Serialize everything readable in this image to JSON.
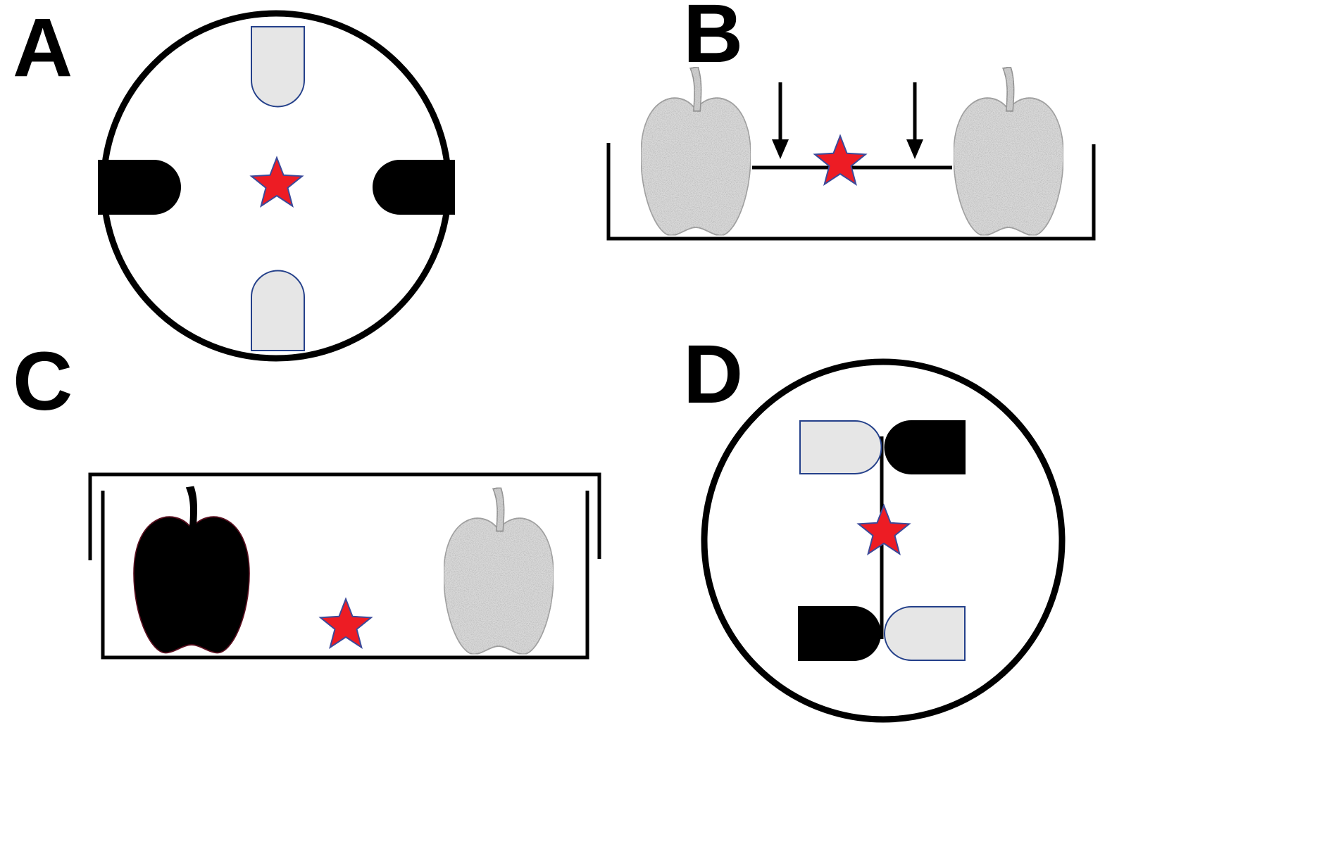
{
  "panels": {
    "a": {
      "letter": "A"
    },
    "b": {
      "letter": "B"
    },
    "c": {
      "letter": "C"
    },
    "d": {
      "letter": "D"
    }
  },
  "icons": {
    "start_marker": "star-icon",
    "textured_apple": "apple-textured-icon",
    "solid_apple": "apple-solid-icon",
    "arrow": "arrow-down-icon"
  },
  "colors": {
    "star": "#ed1c24",
    "star_outline": "#3b4a9a",
    "light_object": "#e6e6e6",
    "light_object_outline": "#24408a",
    "dark_object": "#000000",
    "line": "#000000",
    "background": "#ffffff"
  }
}
